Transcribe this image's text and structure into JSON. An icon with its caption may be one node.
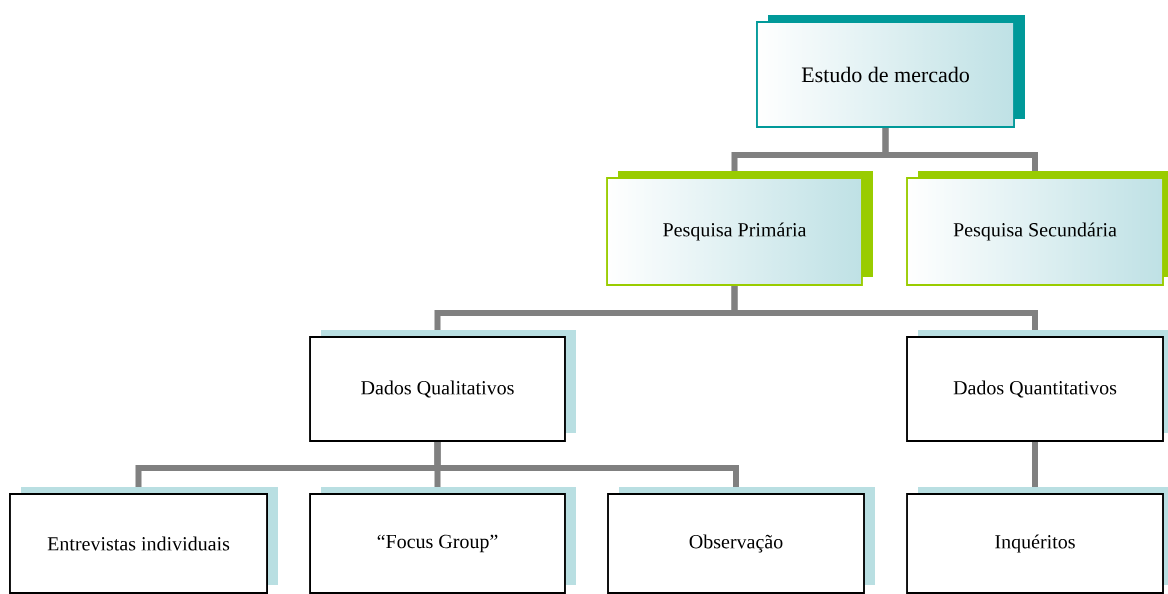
{
  "diagram": {
    "nodes": [
      {
        "text": [
          "Estudo de mercado"
        ]
      },
      {
        "text": [
          "Pesquisa Primária"
        ]
      },
      {
        "text": [
          "Pesquisa Secundária"
        ]
      },
      {
        "text": [
          "Dados Qualitativos"
        ]
      },
      {
        "text": [
          "Dados Quantitativos"
        ]
      },
      {
        "text": [
          "Entrevistas individuais"
        ]
      },
      {
        "text": [
          "“Focus Group”"
        ]
      },
      {
        "text": [
          "Observação"
        ]
      },
      {
        "text": [
          "Inquéritos"
        ]
      }
    ],
    "edges": [
      {
        "from": 0,
        "to": 1,
        "arrow": "none"
      },
      {
        "from": 0,
        "to": 2,
        "arrow": "none"
      },
      {
        "from": 1,
        "to": 3,
        "arrow": "none"
      },
      {
        "from": 1,
        "to": 4,
        "arrow": "none"
      },
      {
        "from": 3,
        "to": 5,
        "arrow": "none"
      },
      {
        "from": 3,
        "to": 6,
        "arrow": "none"
      },
      {
        "from": 3,
        "to": 7,
        "arrow": "none"
      },
      {
        "from": 4,
        "to": 8,
        "arrow": "none"
      }
    ]
  }
}
